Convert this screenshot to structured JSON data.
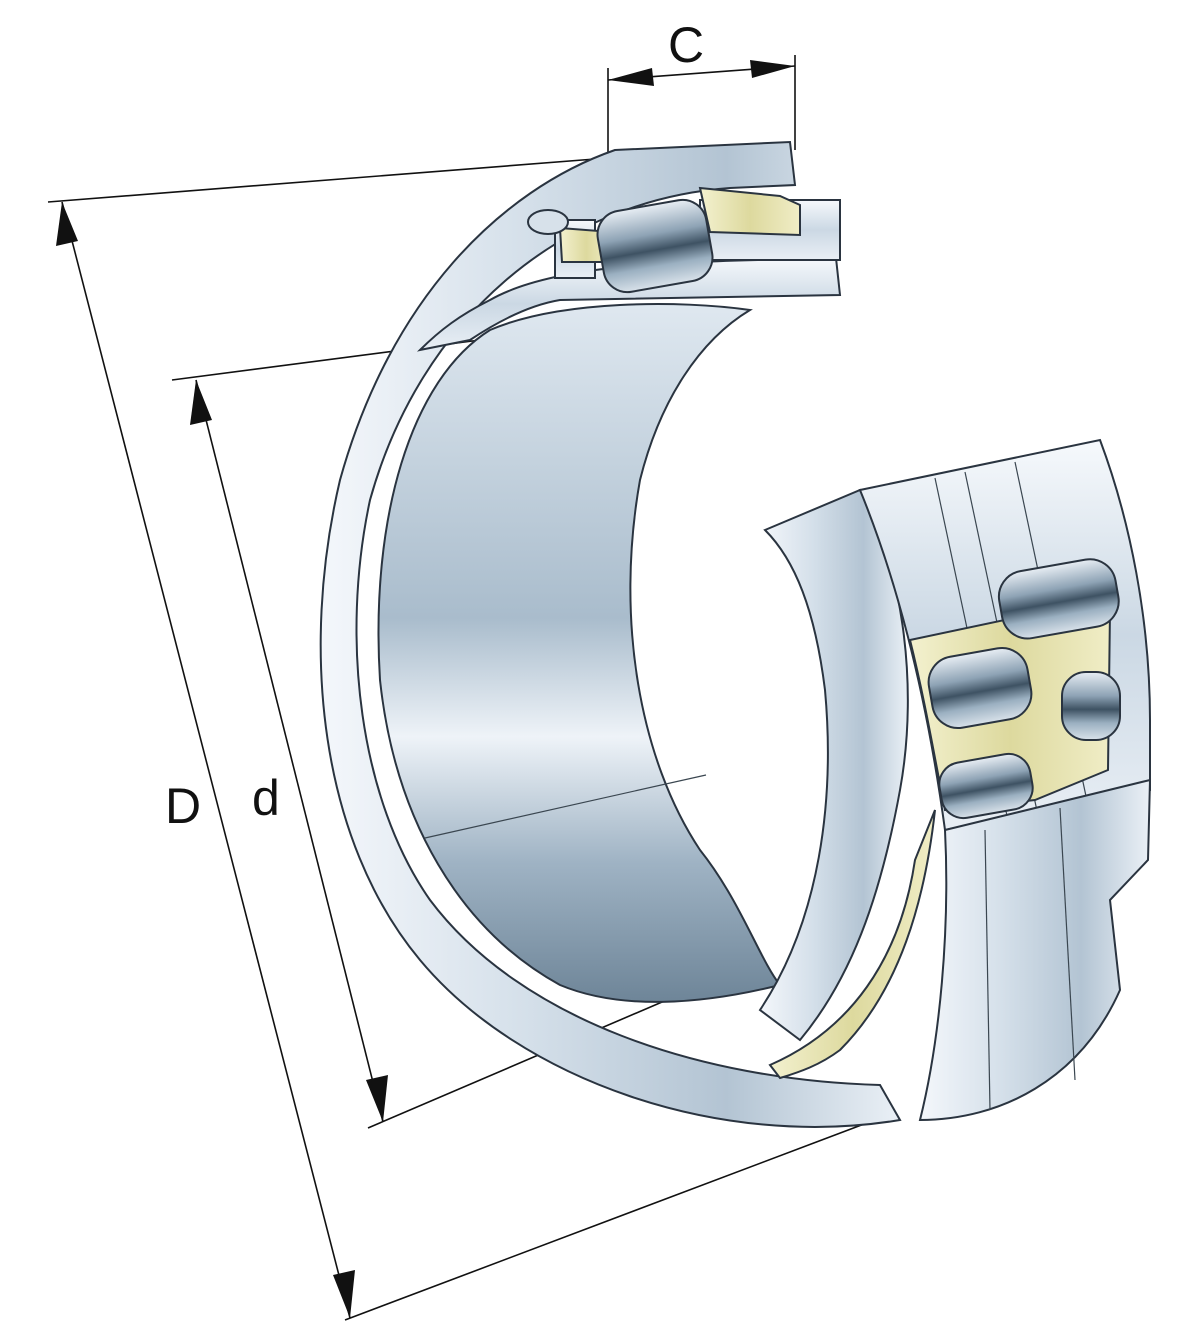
{
  "labels": {
    "outer_diameter": "D",
    "inner_diameter": "d",
    "width": "C"
  },
  "colors": {
    "steel_light": "#eef3f8",
    "steel_mid": "#c9d6e2",
    "steel_dark": "#7f95a8",
    "cage_brass": "#e6e3b0",
    "line": "#111111"
  }
}
